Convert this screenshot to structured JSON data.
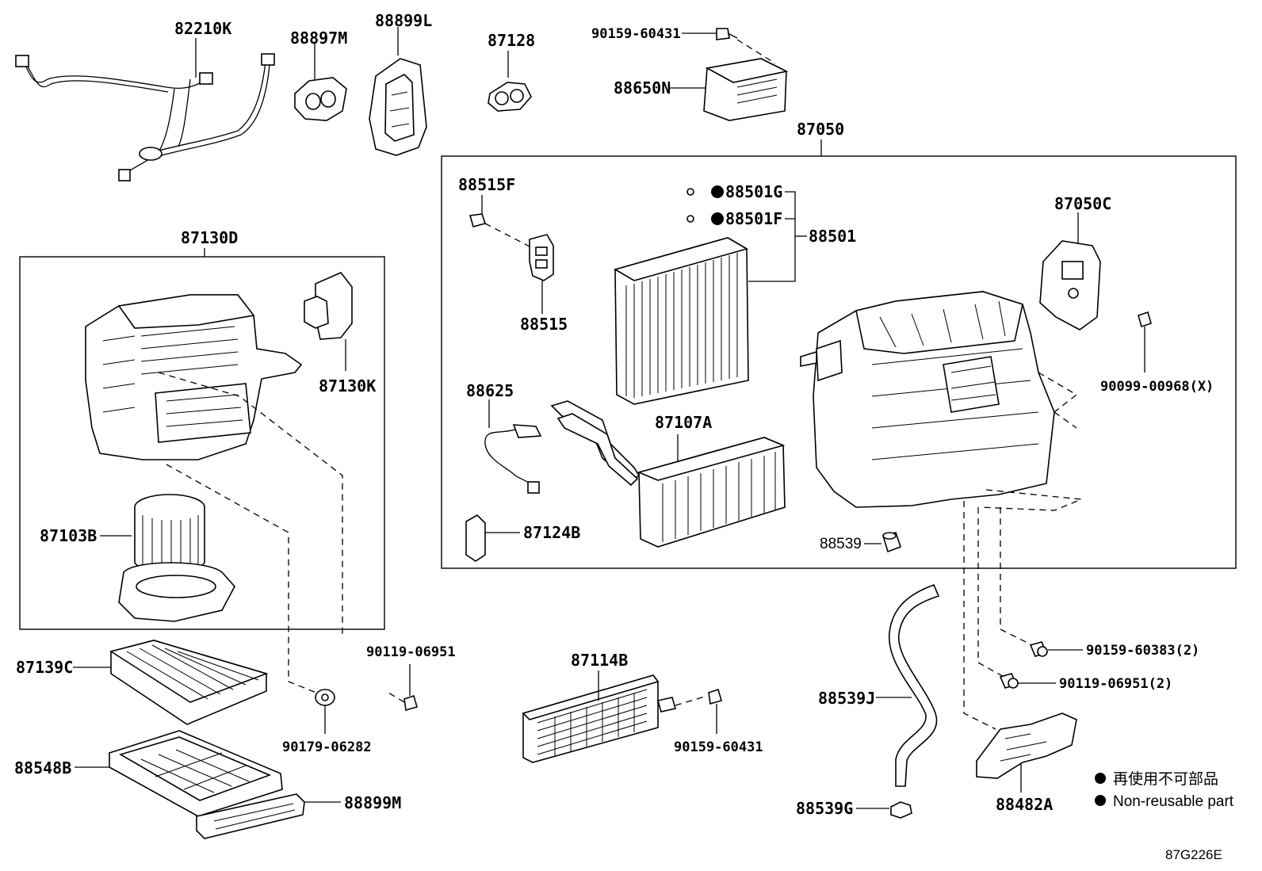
{
  "labels": {
    "p82210K": "82210K",
    "p88897M": "88897M",
    "p88899L": "88899L",
    "p87128": "87128",
    "p90159_60431_top": "90159-60431",
    "p88650N": "88650N",
    "p87050": "87050",
    "p87130D": "87130D",
    "p87130K": "87130K",
    "p87103B": "87103B",
    "p88515F": "88515F",
    "p88515": "88515",
    "p88501G": "88501G",
    "p88501F": "88501F",
    "p88501": "88501",
    "p87050C": "87050C",
    "p90099_00968": "90099-00968(X)",
    "p88625": "88625",
    "p87107A": "87107A",
    "p87124B": "87124B",
    "p88539": "88539",
    "p87139C": "87139C",
    "p90119_06951": "90119-06951",
    "p90179_06282": "90179-06282",
    "p88548B": "88548B",
    "p88899M": "88899M",
    "p87114B": "87114B",
    "p90159_60431_bottom": "90159-60431",
    "p88539J": "88539J",
    "p88539G": "88539G",
    "p90159_60383": "90159-60383(2)",
    "p90119_06951_2": "90119-06951(2)",
    "p88482A": "88482A"
  },
  "legend": {
    "japanese": "再使用不可部品",
    "english": "Non-reusable part"
  },
  "diagram_code": "87G226E"
}
